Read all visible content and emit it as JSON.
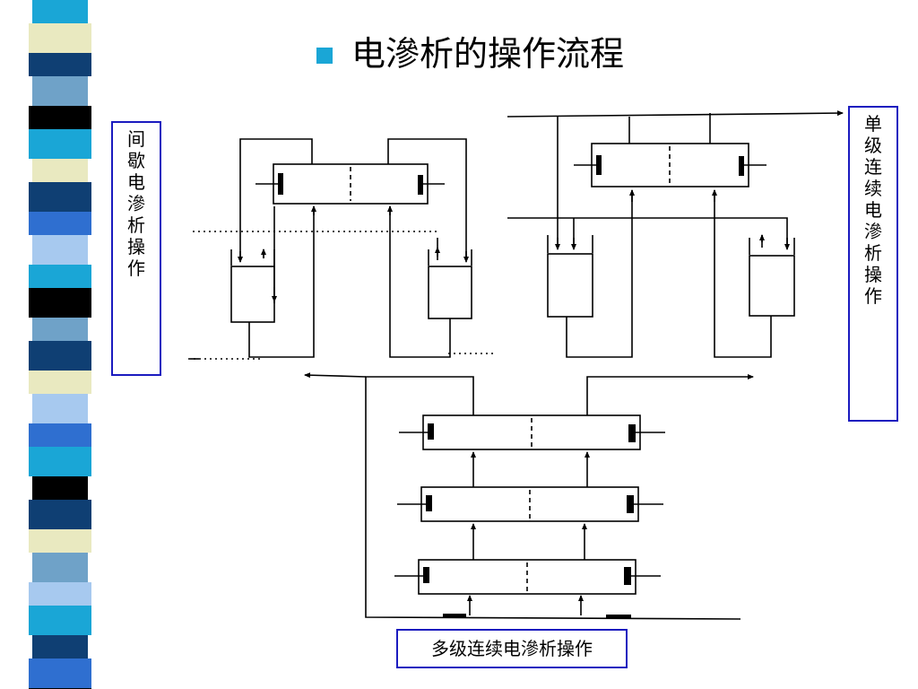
{
  "title": "电滲析的操作流程",
  "labels": {
    "intermittent": "间歇电滲析操作",
    "single_continuous": "单级连续电滲析操作",
    "multi_continuous": "多级连续电滲析操作"
  },
  "colors": {
    "bullet": "#1aa6d6",
    "label_border": "#1b1bbf",
    "strip": [
      "#1aa6d6",
      "#0f3f73",
      "#e9e9c0",
      "#6fa2c8",
      "#000000",
      "#2f6fd0",
      "#a7c9ef"
    ]
  }
}
